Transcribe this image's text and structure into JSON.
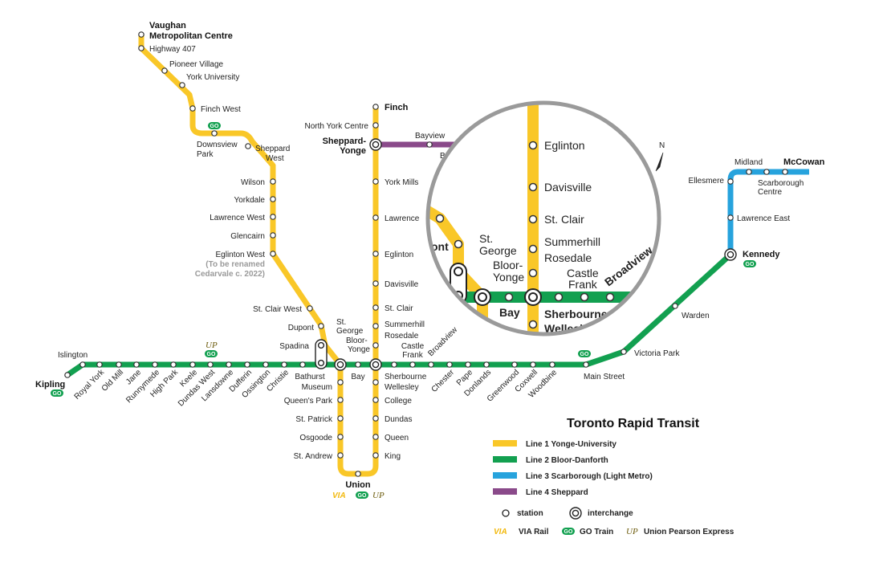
{
  "colors": {
    "line1": "#f9c728",
    "line2": "#12a050",
    "line3": "#27a3dd",
    "line4": "#8a4a8a",
    "go_green": "#12a050",
    "via_yellow": "#f2b90f"
  },
  "line1_west": {
    "vaughan_l1": "Vaughan",
    "vaughan_l2": "Metropolitan Centre",
    "highway_407": "Highway 407",
    "pioneer_village": "Pioneer Village",
    "york_university": "York University",
    "finch_west": "Finch West",
    "downsview_l1": "Downsview",
    "downsview_l2": "Park",
    "sheppard_west_l1": "Sheppard",
    "sheppard_west_l2": "West",
    "wilson": "Wilson",
    "yorkdale": "Yorkdale",
    "lawrence_west": "Lawrence West",
    "glencairn": "Glencairn",
    "eglinton_west": "Eglinton West",
    "rename_note_l1": "(To be renamed",
    "rename_note_l2": "Cedarvale c. 2022)",
    "st_clair_west": "St. Clair West",
    "dupont": "Dupont",
    "spadina": "Spadina",
    "st_george_l1": "St.",
    "st_george_l2": "George",
    "museum": "Museum",
    "queens_park": "Queen's Park",
    "st_patrick": "St. Patrick",
    "osgoode": "Osgoode",
    "st_andrew": "St. Andrew",
    "union": "Union"
  },
  "line1_east": {
    "finch": "Finch",
    "north_york_centre": "North York Centre",
    "sheppard_yonge_l1": "Sheppard-",
    "sheppard_yonge_l2": "Yonge",
    "york_mills": "York Mills",
    "lawrence": "Lawrence",
    "eglinton": "Eglinton",
    "davisville": "Davisville",
    "st_clair": "St. Clair",
    "summerhill": "Summerhill",
    "rosedale": "Rosedale",
    "bloor_yonge_l1": "Bloor-",
    "bloor_yonge_l2": "Yonge",
    "wellesley": "Wellesley",
    "college": "College",
    "dundas": "Dundas",
    "queen": "Queen",
    "king": "King"
  },
  "line2": {
    "islington": "Islington",
    "kipling": "Kipling",
    "royal_york": "Royal York",
    "old_mill": "Old Mill",
    "jane": "Jane",
    "runnymede": "Runnymede",
    "high_park": "High Park",
    "keele": "Keele",
    "dundas_west": "Dundas West",
    "lansdowne": "Lansdowne",
    "dufferin": "Dufferin",
    "ossington": "Ossington",
    "christie": "Christie",
    "bathurst": "Bathurst",
    "bay": "Bay",
    "sherbourne": "Sherbourne",
    "castle_frank_l1": "Castle",
    "castle_frank_l2": "Frank",
    "broadview": "Broadview",
    "chester": "Chester",
    "pape": "Pape",
    "donlands": "Donlands",
    "greenwood": "Greenwood",
    "coxwell": "Coxwell",
    "woodbine": "Woodbine",
    "main_street": "Main Street",
    "victoria_park": "Victoria Park",
    "warden": "Warden",
    "kennedy": "Kennedy"
  },
  "line3": {
    "lawrence_east": "Lawrence East",
    "ellesmere": "Ellesmere",
    "midland": "Midland",
    "mccowan": "McCowan",
    "scarborough_centre_l1": "Scarborough",
    "scarborough_centre_l2": "Centre"
  },
  "line4": {
    "bayview": "Bayview",
    "bessarion_partial": "Be"
  },
  "zoom_inset": {
    "eglinton": "Eglinton",
    "davisville": "Davisville",
    "st_clair": "St. Clair",
    "summerhill": "Summerhill",
    "rosedale": "Rosedale",
    "st_george_l1": "St.",
    "st_george_l2": "George",
    "bloor_yonge_l1": "Bloor-",
    "bloor_yonge_l2": "Yonge",
    "castle_frank_l1": "Castle",
    "castle_frank_l2": "Frank",
    "broadview": "Broadview",
    "bay": "Bay",
    "sherbourne": "Sherbourne",
    "wellesley_partial": "Wellesl",
    "dupont_partial": "ont"
  },
  "compass": {
    "north": "N"
  },
  "marks": {
    "go": "GO",
    "up": "UP",
    "via": "VIA"
  },
  "legend": {
    "title": "Toronto Rapid Transit",
    "line1": "Line 1 Yonge-University",
    "line2": "Line 2 Bloor-Danforth",
    "line3": "Line 3 Scarborough (Light Metro)",
    "line4": "Line 4 Sheppard",
    "station": "station",
    "interchange": "interchange",
    "via_rail": "VIA Rail",
    "go_train": "GO Train",
    "up_express": "Union Pearson Express"
  }
}
